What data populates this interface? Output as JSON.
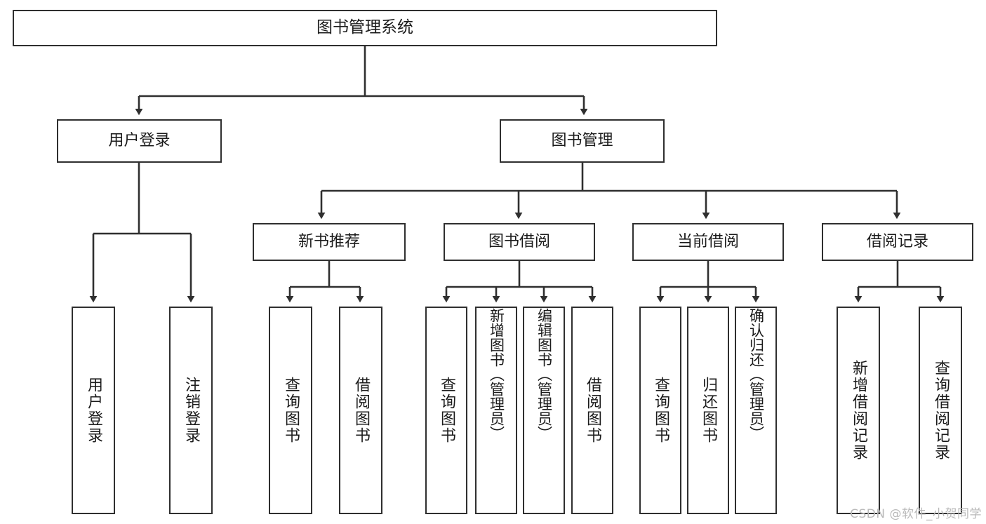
{
  "diagram": {
    "type": "tree",
    "title": "图书管理系统",
    "watermark": "CSDN @软件_小贺同学",
    "stroke_color": "#2f2f2f",
    "fill_color": "#ffffff",
    "text_color": "#1b1b1b",
    "watermark_color": "#b9b9b9",
    "nodes": {
      "root": "图书管理系统",
      "l2": [
        "用户登录",
        "图书管理"
      ],
      "l3": [
        "新书推荐",
        "图书借阅",
        "当前借阅",
        "借阅记录"
      ],
      "leaves_user_login": [
        "用户登录",
        "注销登录"
      ],
      "leaves_new_book": [
        "查询图书",
        "借阅图书"
      ],
      "leaves_borrow": [
        "查询图书",
        "新增图书（管理员）",
        "编辑图书（管理员）",
        "借阅图书"
      ],
      "leaves_current": [
        "查询图书",
        "归还图书",
        "确认归还（管理员）"
      ],
      "leaves_records": [
        "新增借阅记录",
        "查询借阅记录"
      ]
    },
    "edges": [
      {
        "from": "图书管理系统",
        "to": "用户登录"
      },
      {
        "from": "图书管理系统",
        "to": "图书管理"
      },
      {
        "from": "用户登录",
        "to": "用户登录"
      },
      {
        "from": "用户登录",
        "to": "注销登录"
      },
      {
        "from": "图书管理",
        "to": "新书推荐"
      },
      {
        "from": "图书管理",
        "to": "图书借阅"
      },
      {
        "from": "图书管理",
        "to": "当前借阅"
      },
      {
        "from": "图书管理",
        "to": "借阅记录"
      },
      {
        "from": "新书推荐",
        "to": "查询图书"
      },
      {
        "from": "新书推荐",
        "to": "借阅图书"
      },
      {
        "from": "图书借阅",
        "to": "查询图书"
      },
      {
        "from": "图书借阅",
        "to": "新增图书（管理员）"
      },
      {
        "from": "图书借阅",
        "to": "编辑图书（管理员）"
      },
      {
        "from": "图书借阅",
        "to": "借阅图书"
      },
      {
        "from": "当前借阅",
        "to": "查询图书"
      },
      {
        "from": "当前借阅",
        "to": "归还图书"
      },
      {
        "from": "当前借阅",
        "to": "确认归还（管理员）"
      },
      {
        "from": "借阅记录",
        "to": "新增借阅记录"
      },
      {
        "from": "借阅记录",
        "to": "查询借阅记录"
      }
    ]
  }
}
